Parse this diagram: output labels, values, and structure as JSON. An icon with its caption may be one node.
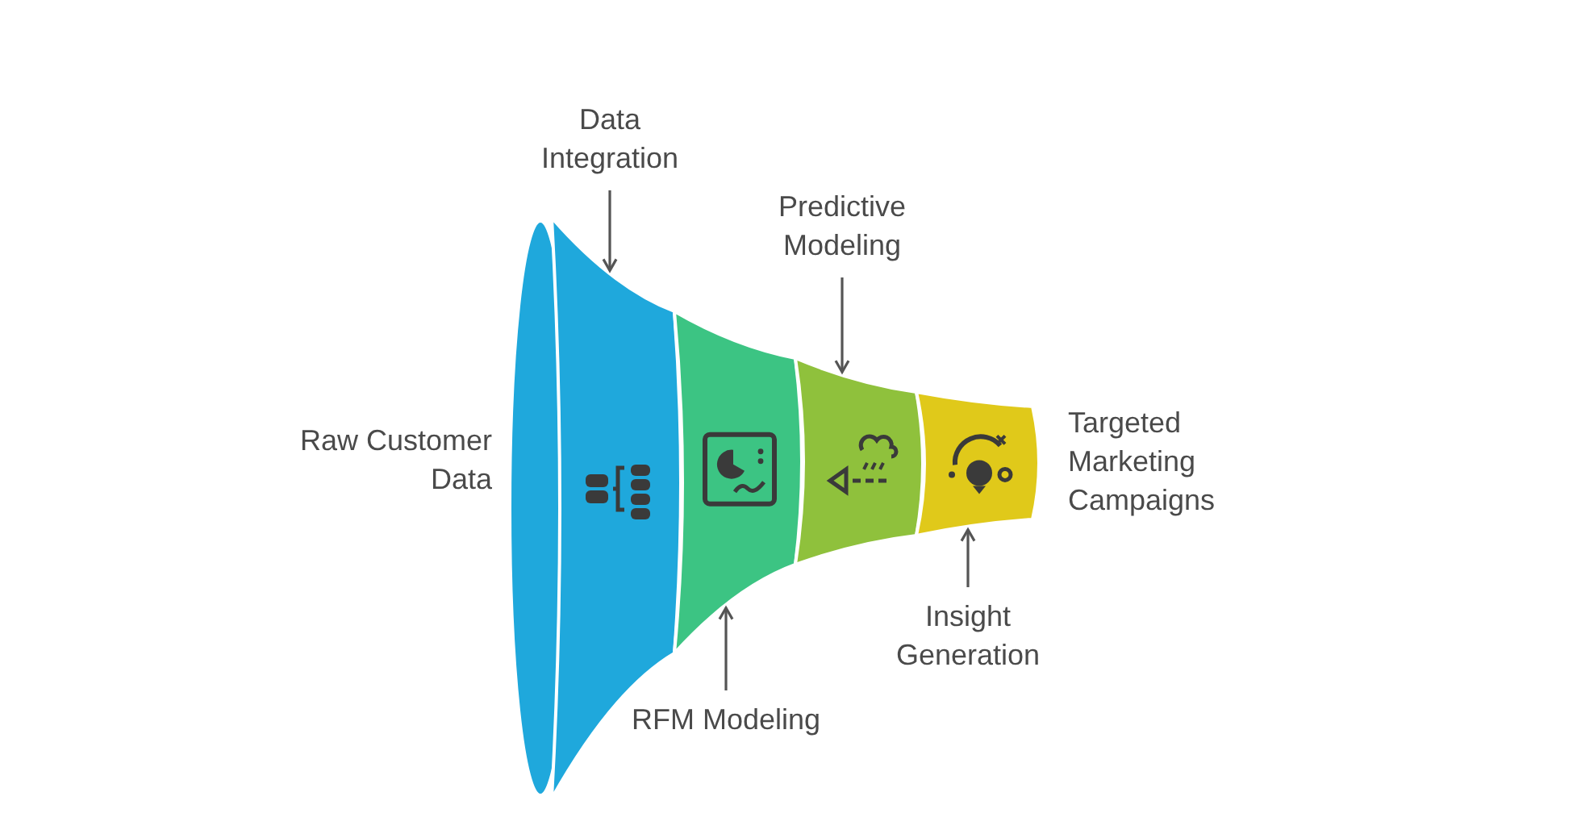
{
  "diagram": {
    "nodes": [
      {
        "text": [
          "Data Integration"
        ]
      },
      {
        "text": [],
        "shape": "band"
      },
      {
        "text": [
          "RFM Modeling"
        ]
      },
      {
        "text": [],
        "shape": "band"
      },
      {
        "text": [
          "Predictive Modeling"
        ]
      },
      {
        "text": [],
        "shape": "band"
      },
      {
        "text": [
          "Insight Generation"
        ]
      },
      {
        "text": [],
        "shape": "band"
      }
    ],
    "edges": [
      {
        "from": 0,
        "to": 1,
        "arrow": "to"
      },
      {
        "from": 2,
        "to": 3,
        "arrow": "to"
      },
      {
        "from": 4,
        "to": 5,
        "arrow": "to"
      },
      {
        "from": 6,
        "to": 7,
        "arrow": "to"
      }
    ],
    "labels": [
      "Raw Customer Data",
      "Targeted Marketing Campaigns"
    ]
  }
}
